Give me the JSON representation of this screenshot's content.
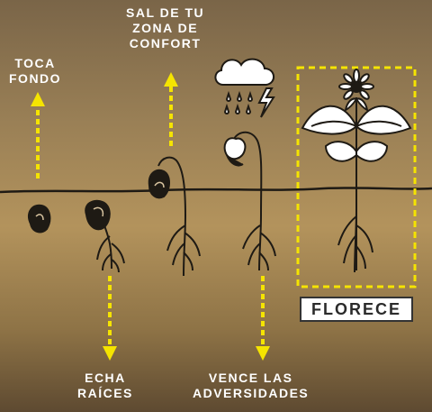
{
  "labels": {
    "toca_fondo": [
      "TOCA",
      "FONDO"
    ],
    "sal_zona": [
      "SAL DE TU",
      "ZONA DE",
      "CONFORT"
    ],
    "echa_raices": [
      "ECHA",
      "RAÍCES"
    ],
    "vence": [
      "VENCE LAS",
      "ADVERSIDADES"
    ],
    "florece": "FLORECE"
  },
  "colors": {
    "arrow": "#f5e400",
    "ink": "#1e1a14",
    "label_text": "#ffffff"
  }
}
